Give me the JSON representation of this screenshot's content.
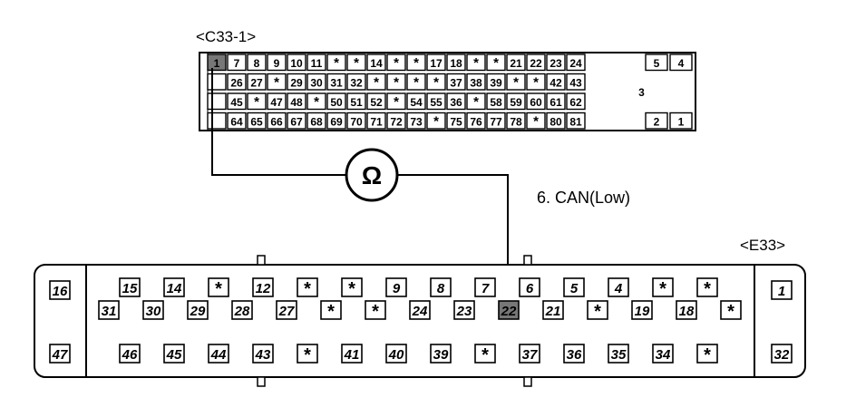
{
  "connector_c33": {
    "label": "<C33-1>",
    "rows": [
      [
        "1",
        "7",
        "8",
        "9",
        "10",
        "11",
        "*",
        "*",
        "14",
        "*",
        "*",
        "17",
        "18",
        "*",
        "*",
        "21",
        "22",
        "23",
        "24",
        "5",
        "4"
      ],
      [
        "",
        "26",
        "27",
        "*",
        "29",
        "30",
        "31",
        "32",
        "*",
        "*",
        "*",
        "*",
        "37",
        "38",
        "39",
        "*",
        "*",
        "42",
        "43"
      ],
      [
        "",
        "45",
        "*",
        "47",
        "48",
        "*",
        "50",
        "51",
        "52",
        "*",
        "54",
        "55",
        "36",
        "*",
        "58",
        "59",
        "60",
        "61",
        "62"
      ],
      [
        "",
        "64",
        "65",
        "66",
        "67",
        "68",
        "69",
        "70",
        "71",
        "72",
        "73",
        "*",
        "75",
        "76",
        "77",
        "78",
        "*",
        "80",
        "81",
        "2",
        "1"
      ]
    ],
    "big_pin": "3",
    "highlighted_pin": "1"
  },
  "meter": {
    "symbol": "Ω"
  },
  "test_label": "6. CAN(Low)",
  "connector_e33": {
    "label": "<E33>",
    "left_cells": [
      "16",
      "47"
    ],
    "right_cells": [
      "1",
      "32"
    ],
    "row1_upper": [
      "15",
      "14",
      "*",
      "12",
      "*",
      "*",
      "9",
      "8",
      "7",
      "6",
      "5",
      "4",
      "*",
      "*"
    ],
    "row1_lower": [
      "31",
      "30",
      "29",
      "28",
      "27",
      "*",
      "*",
      "24",
      "23",
      "22",
      "21",
      "*",
      "19",
      "18",
      "*"
    ],
    "row2": [
      "46",
      "45",
      "44",
      "43",
      "*",
      "41",
      "40",
      "39",
      "*",
      "37",
      "36",
      "35",
      "34",
      "*"
    ],
    "highlighted_pin": "22"
  }
}
